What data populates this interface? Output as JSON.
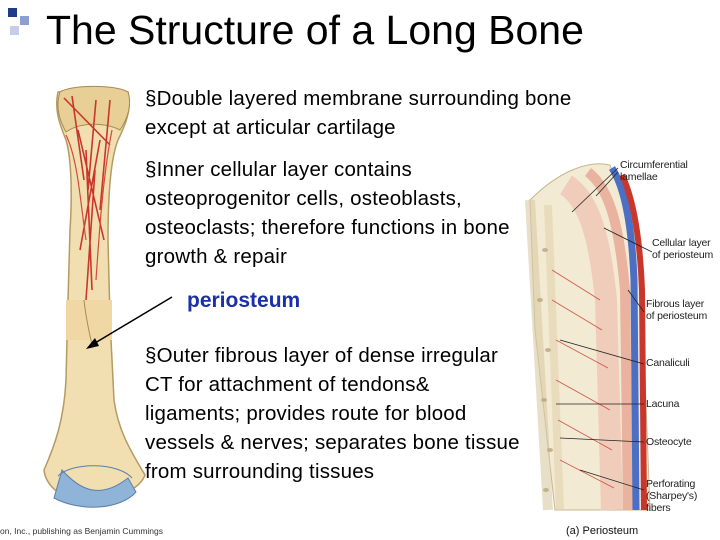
{
  "slide": {
    "title": "The Structure of a Long Bone",
    "paragraphs": [
      "§Double layered membrane surrounding bone except at articular cartilage",
      "§Inner cellular layer contains osteoprogenitor cells, osteoblasts, osteoclasts; therefore functions in bone growth & repair",
      "§Outer fibrous layer of dense irregular CT for attachment of tendons& ligaments; provides route for blood vessels & nerves; separates bone tissue from surrounding tissues"
    ],
    "term": "periosteum",
    "credit": "on, Inc., publishing as Benjamin Cummings"
  },
  "figure": {
    "labels": {
      "circumferential_lamellae": "Circumferential lamellae",
      "cellular_layer": "Cellular layer of periosteum",
      "fibrous_layer": "Fibrous layer of periosteum",
      "canaliculi": "Canaliculi",
      "lacuna": "Lacuna",
      "osteocyte": "Osteocyte",
      "perforating_fibers": "Perforating (Sharpey's) fibers"
    },
    "caption": "(a) Periosteum"
  },
  "colors": {
    "bullet_blue": "#1f3b8c",
    "term_blue": "#1a2fa8",
    "bone": "#f1dfb1",
    "vessel_red": "#c9372c",
    "vein_blue": "#4a6fc4"
  }
}
